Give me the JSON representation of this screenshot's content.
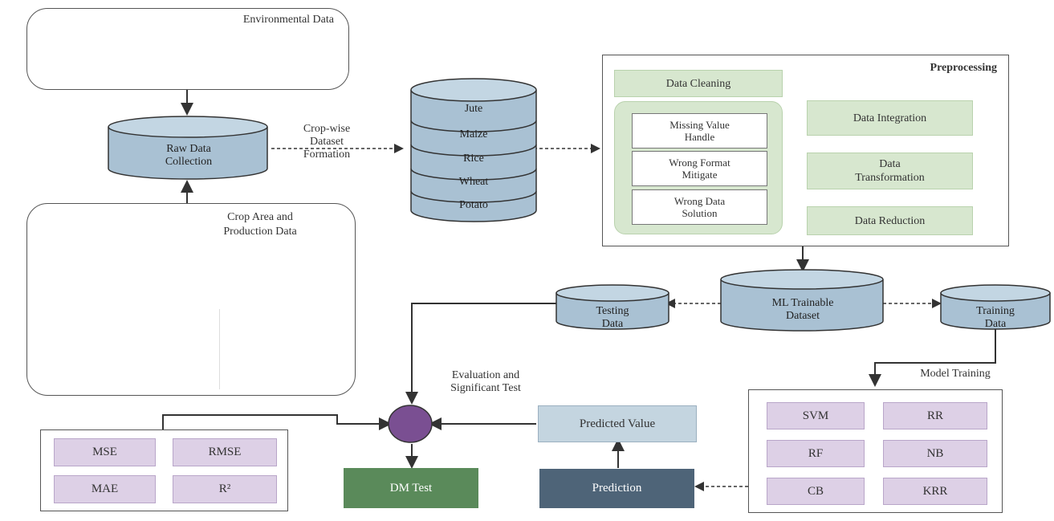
{
  "environmental": {
    "title": "Environmental Data"
  },
  "crop_area": {
    "title_line1": "Crop Area and",
    "title_line2": "Production Data"
  },
  "raw_data": {
    "line1": "Raw Data",
    "line2": "Collection"
  },
  "cropwise": {
    "line1": "Crop-wise",
    "line2": "Dataset",
    "line3": "Formation"
  },
  "crops_db": {
    "layers": [
      "Jute",
      "Maize",
      "Rice",
      "Wheat",
      "Potato"
    ]
  },
  "preprocessing": {
    "title": "Preprocessing",
    "data_cleaning": "Data Cleaning",
    "cleaning_steps": [
      {
        "line1": "Missing Value",
        "line2": "Handle"
      },
      {
        "line1": "Wrong Format",
        "line2": "Mitigate"
      },
      {
        "line1": "Wrong Data",
        "line2": "Solution"
      }
    ],
    "data_integration": "Data Integration",
    "data_transformation": {
      "line1": "Data",
      "line2": "Transformation"
    },
    "data_reduction": "Data Reduction"
  },
  "ml_dataset": {
    "line1": "ML Trainable",
    "line2": "Dataset"
  },
  "testing_data": {
    "line1": "Testing",
    "line2": "Data"
  },
  "training_data": {
    "line1": "Training",
    "line2": "Data"
  },
  "model_training": {
    "label": "Model Training",
    "models": [
      "SVM",
      "RR",
      "RF",
      "NB",
      "CB",
      "KRR"
    ]
  },
  "evaluation": {
    "line1": "Evaluation and",
    "line2": "Significant Test"
  },
  "metrics": [
    "MSE",
    "RMSE",
    "MAE",
    "R²"
  ],
  "dm_test": "DM Test",
  "predicted_value": "Predicted Value",
  "prediction": "Prediction",
  "colors": {
    "green": "#d7e7cf",
    "purple": "#ddd0e6",
    "steel": "#a9c1d3",
    "dark_green": "#5a8a5a",
    "slate": "#4e6478",
    "node": "#7a4f92"
  }
}
